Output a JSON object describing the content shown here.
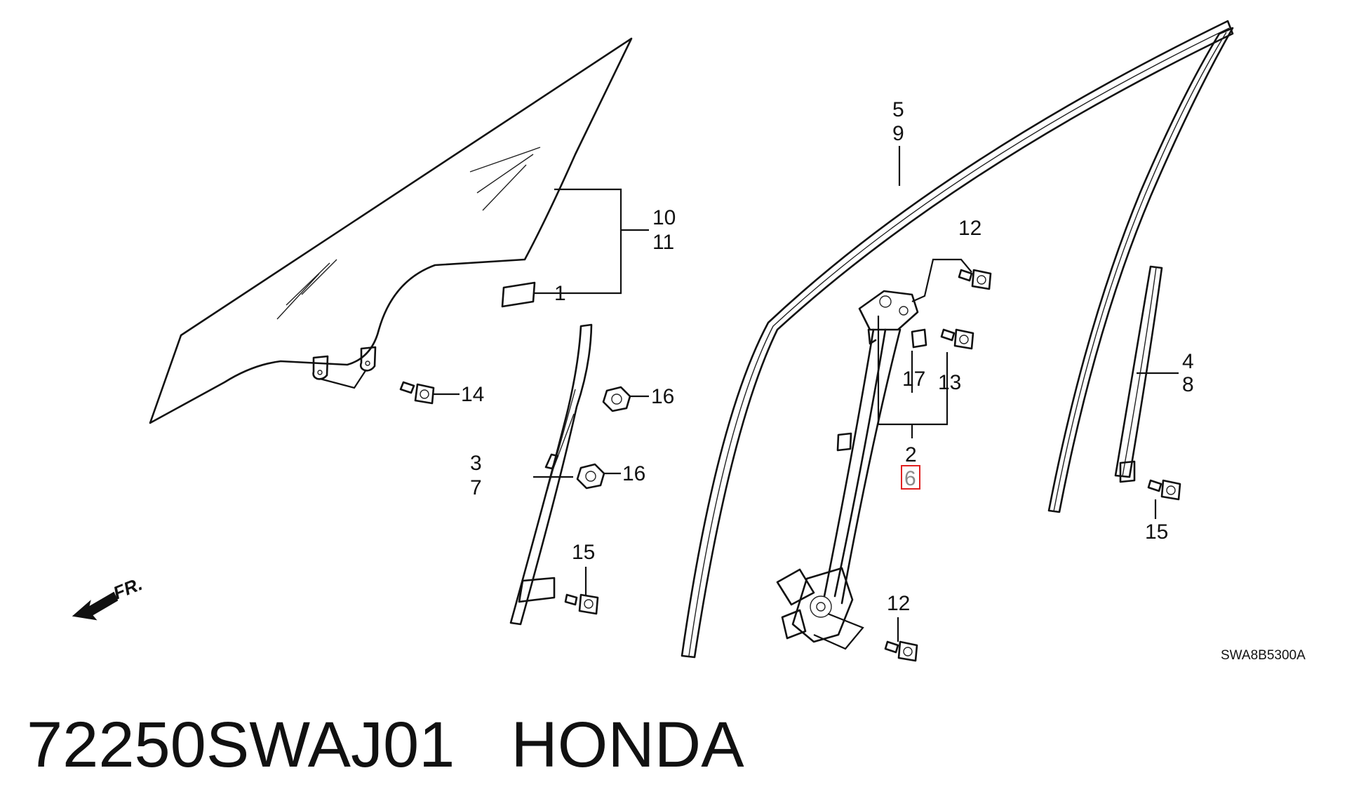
{
  "callouts": {
    "c1": "1",
    "c2": "2",
    "c3": "3",
    "c4": "4",
    "c5": "5",
    "c6": "6",
    "c7": "7",
    "c8": "8",
    "c9": "9",
    "c10": "10",
    "c11": "11",
    "c12a": "12",
    "c12b": "12",
    "c13": "13",
    "c14": "14",
    "c15a": "15",
    "c15b": "15",
    "c16a": "16",
    "c16b": "16",
    "c17": "17"
  },
  "highlighted_callout": "6",
  "front_arrow_label": "FR.",
  "diagram_code": "SWA8B5300A",
  "footer": {
    "part_number": "72250SWAJ01",
    "brand": "HONDA"
  },
  "colors": {
    "highlight_box": "#e02020",
    "line": "#111111"
  }
}
